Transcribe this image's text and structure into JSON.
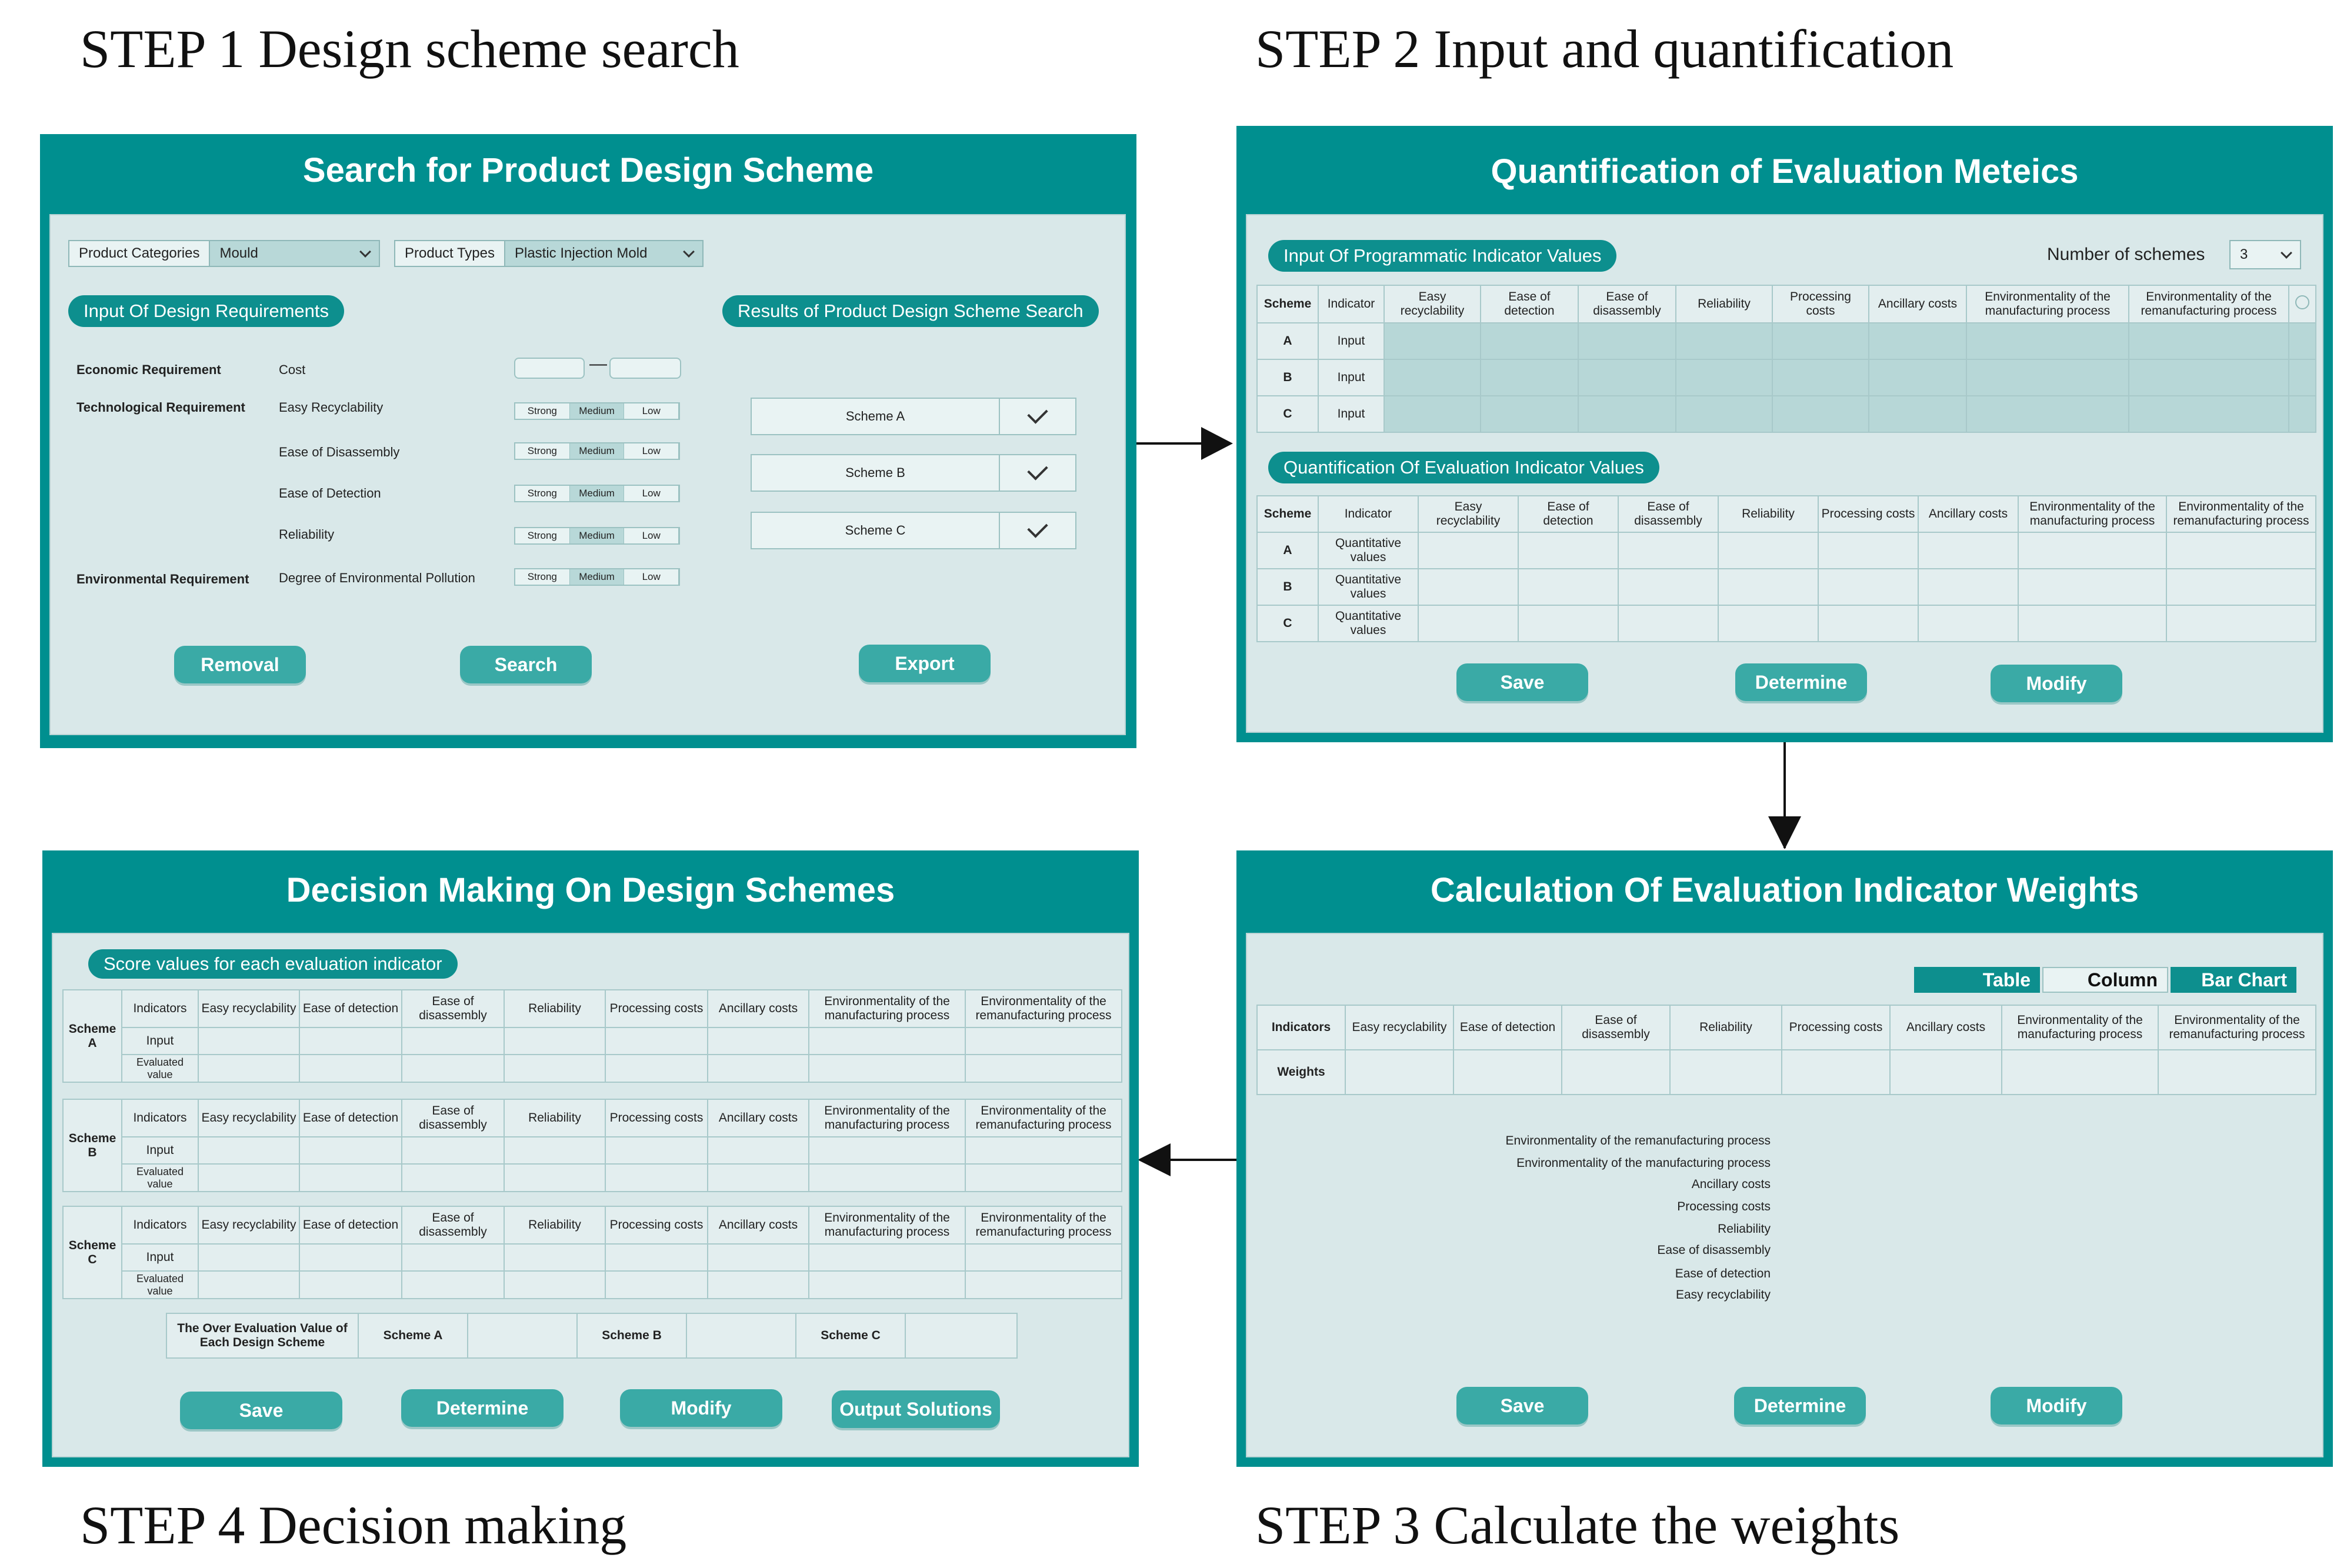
{
  "steps": {
    "s1": "STEP 1 Design scheme search",
    "s2": "STEP 2 Input and quantification",
    "s3": "STEP 3 Calculate the weights",
    "s4": "STEP 4 Decision  making"
  },
  "panel1": {
    "title": "Search for Product Design Scheme",
    "category_label": "Product Categories",
    "category_value": "Mould",
    "type_label": "Product Types",
    "type_value": "Plastic Injection Mold",
    "input_pill": "Input Of Design Requirements",
    "results_pill": "Results of Product Design Scheme Search",
    "req_economic": "Economic Requirement",
    "req_technological": "Technological Requirement",
    "req_environmental": "Environmental Requirement",
    "item_cost": "Cost",
    "item_recyclability": "Easy Recyclability",
    "item_disassembly": "Ease of Disassembly",
    "item_detection": "Ease of Detection",
    "item_reliability": "Reliability",
    "item_pollution": "Degree of Environmental Pollution",
    "levels": [
      "Strong",
      "Medium",
      "Low"
    ],
    "schemes": [
      "Scheme A",
      "Scheme B",
      "Scheme C"
    ],
    "btn_removal": "Removal",
    "btn_search": "Search",
    "btn_export": "Export"
  },
  "panel2": {
    "title": "Quantification of Evaluation Meteics",
    "input_pill": "Input Of Programmatic Indicator Values",
    "num_label": "Number of schemes",
    "num_value": "3",
    "quant_pill": "Quantification Of Evaluation Indicator Values",
    "col_scheme": "Scheme",
    "col_indicator": "Indicator",
    "indicators": [
      "Easy recyclability",
      "Ease of detection",
      "Ease of disassembly",
      "Reliability",
      "Processing costs",
      "Ancillary costs",
      "Environmentality of the manufacturing process",
      "Environmentality of the remanufacturing process"
    ],
    "rows": [
      "A",
      "B",
      "C"
    ],
    "input_text": "Input",
    "quant_text": "Quantitative values",
    "btn_save": "Save",
    "btn_determine": "Determine",
    "btn_modify": "Modify"
  },
  "panel3": {
    "title": "Calculation Of Evaluation Indicator Weights",
    "tog_table": "Table",
    "tog_column": "Column",
    "tog_bar": "Bar Chart",
    "row_indicators": "Indicators",
    "row_weights": "Weights",
    "indicators": [
      "Easy recyclability",
      "Ease of detection",
      "Ease of disassembly",
      "Reliability",
      "Processing costs",
      "Ancillary costs",
      "Environmentality of the manufacturing process",
      "Environmentality of the remanufacturing process"
    ],
    "chart_labels": [
      "Environmentality of the remanufacturing process",
      "Environmentality of the manufacturing process",
      "Ancillary costs",
      "Processing costs",
      "Reliability",
      "Ease of disassembly",
      "Ease of detection",
      "Easy recyclability"
    ],
    "btn_save": "Save",
    "btn_determine": "Determine",
    "btn_modify": "Modify"
  },
  "panel4": {
    "title": "Decision Making On Design Schemes",
    "score_pill": "Score values for each evaluation indicator",
    "col_indicators": "Indicators",
    "indicators": [
      "Easy recyclability",
      "Ease of detection",
      "Ease of disassembly",
      "Reliability",
      "Processing costs",
      "Ancillary costs",
      "Environmentality of the manufacturing process",
      "Environmentality of the remanufacturing process"
    ],
    "schemes": [
      "Scheme A",
      "Scheme B",
      "Scheme C"
    ],
    "input_text": "Input",
    "evaluated_text": "Evaluated value",
    "overall_label": "The Over Evaluation Value of Each Design Scheme",
    "btn_save": "Save",
    "btn_determine": "Determine",
    "btn_modify": "Modify",
    "btn_output": "Output Solutions"
  }
}
